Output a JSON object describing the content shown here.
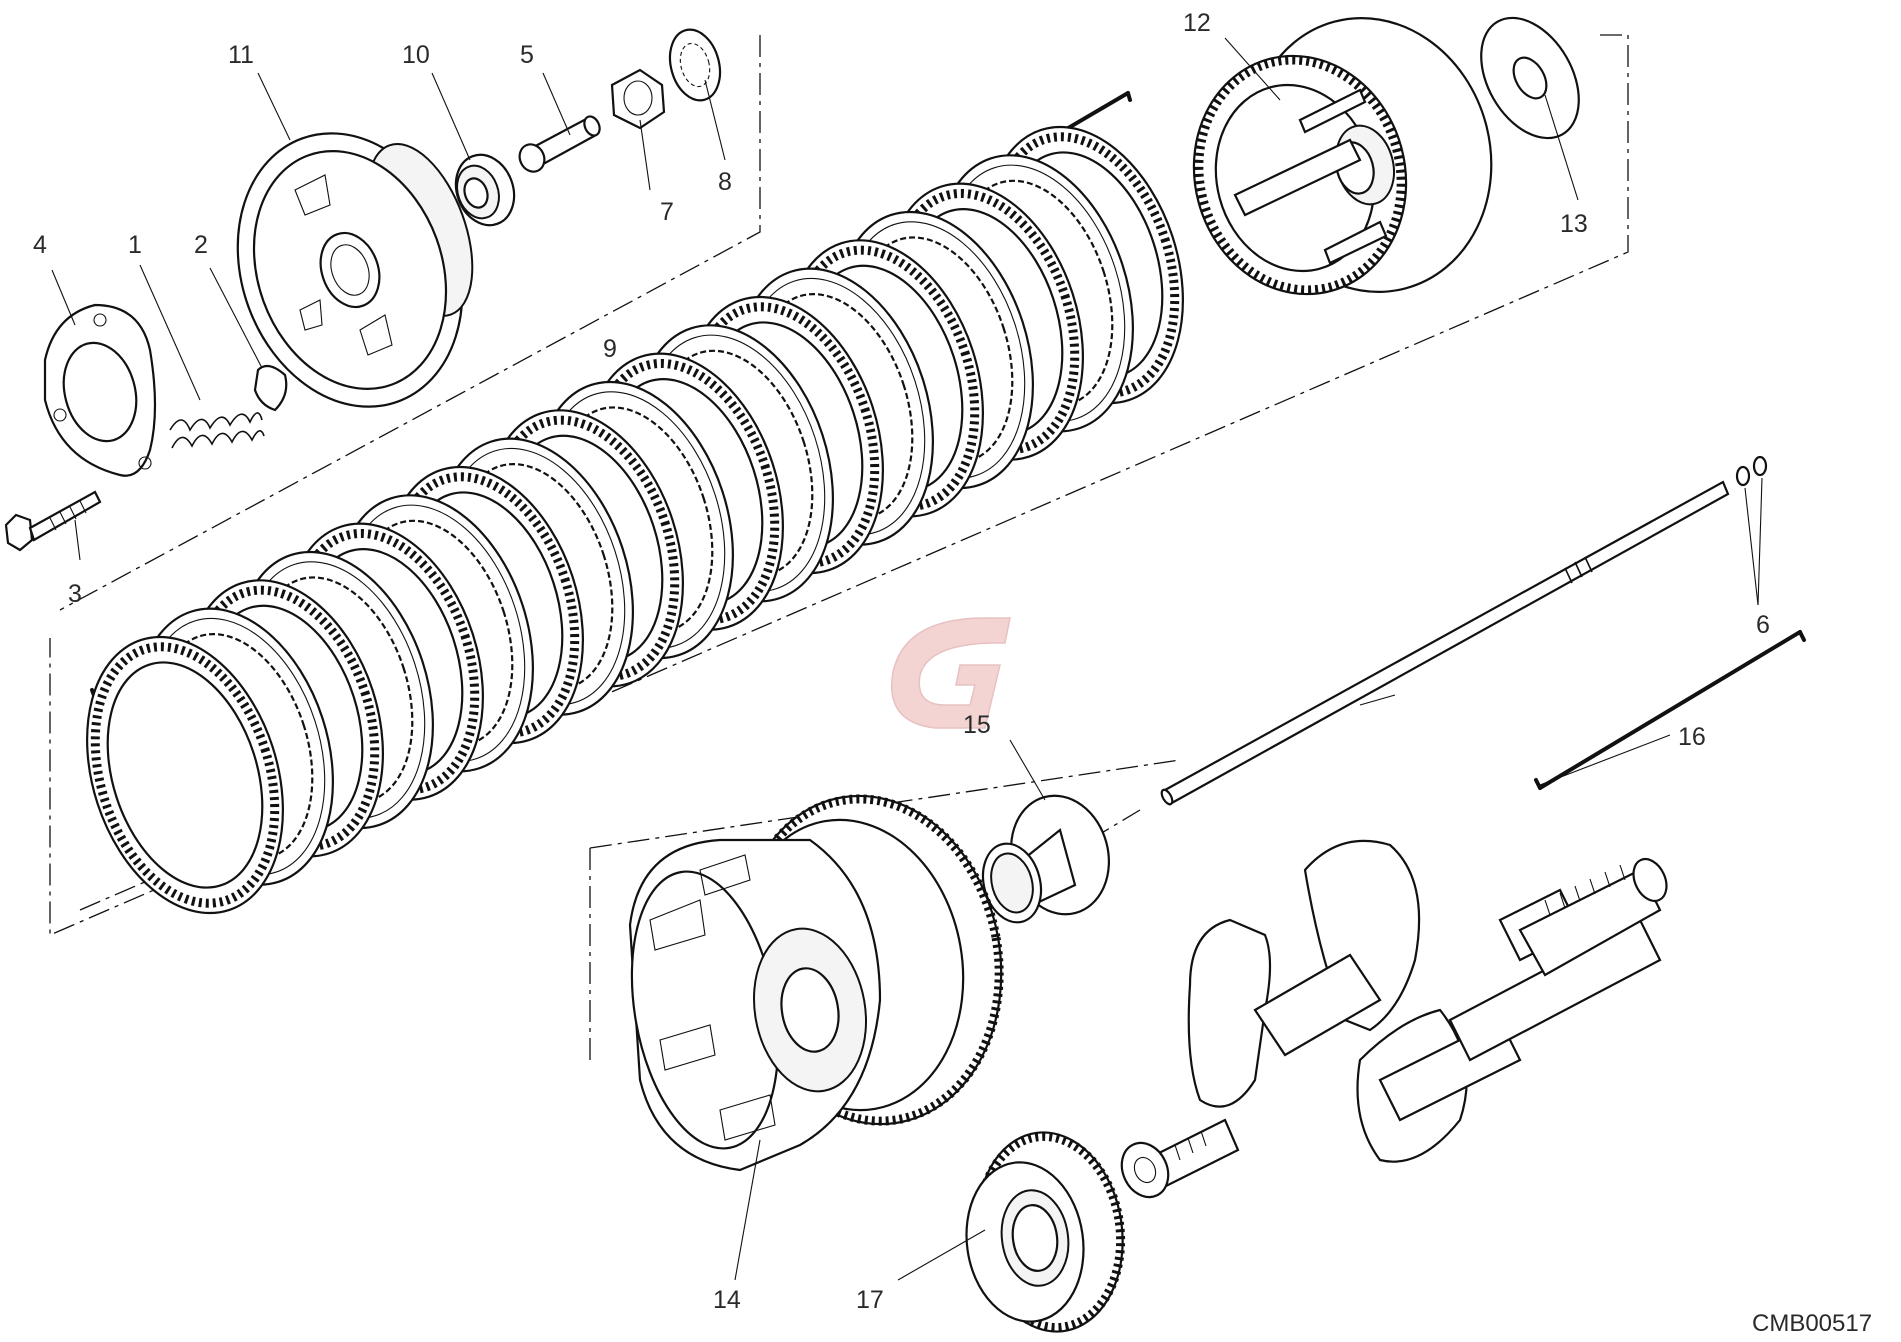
{
  "diagram": {
    "drawing_code": "CMB00517",
    "watermark_letter": "G",
    "colors": {
      "lines": "#111111",
      "text": "#2a2a2a",
      "watermark": "#e8a0a0"
    },
    "callouts": [
      "1",
      "2",
      "3",
      "4",
      "5",
      "6",
      "7",
      "8",
      "9",
      "10",
      "11",
      "12",
      "13",
      "14",
      "15",
      "16",
      "17"
    ]
  }
}
